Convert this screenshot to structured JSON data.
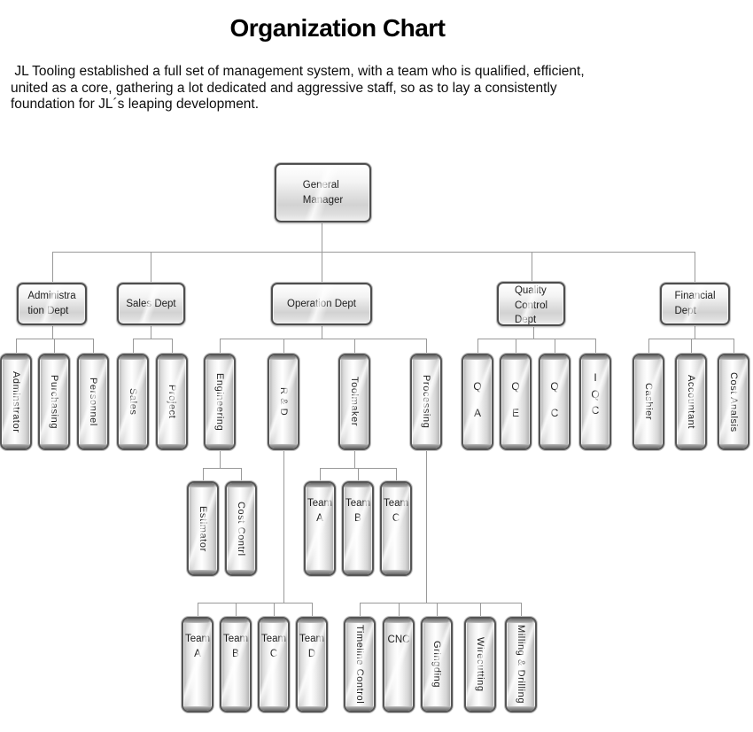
{
  "page": {
    "title": "Organization Chart",
    "intro_lines": [
      " JL Tooling established a full set of management system, with a team who is qualified, efficient,",
      "united as a core, gathering a lot dedicated and aggressive staff, so as to lay a consistently",
      "foundation for JL´s leaping development."
    ]
  },
  "colors": {
    "background": "#ffffff",
    "connector_line": "#999999",
    "box_border": "#4e4e4e",
    "box_fill_light": "#f4f4f4",
    "box_fill_dark": "#c9c9c9",
    "text": "#1c1c1c"
  },
  "org": {
    "nodes": [
      {
        "id": "gm",
        "parent": null,
        "lines": [
          "General",
          "Manager"
        ]
      },
      {
        "id": "admin",
        "parent": "gm",
        "lines": [
          "Administra",
          "tion Dept"
        ]
      },
      {
        "id": "sales",
        "parent": "gm",
        "lines": [
          "Sales Dept"
        ]
      },
      {
        "id": "operation",
        "parent": "gm",
        "lines": [
          "Operation Dept"
        ]
      },
      {
        "id": "quality",
        "parent": "gm",
        "lines": [
          "Quality",
          "Control",
          "Dept"
        ]
      },
      {
        "id": "financial",
        "parent": "gm",
        "lines": [
          "Financial",
          "Dept"
        ]
      },
      {
        "id": "adminstrator",
        "parent": "admin",
        "label": "Adminstrator"
      },
      {
        "id": "purchasing",
        "parent": "admin",
        "label": "Purchasing"
      },
      {
        "id": "personnel",
        "parent": "admin",
        "label": "Personnel"
      },
      {
        "id": "salesteam",
        "parent": "sales",
        "label": "Sales"
      },
      {
        "id": "project",
        "parent": "sales",
        "label": "Project"
      },
      {
        "id": "engineering",
        "parent": "operation",
        "label": "Engineering"
      },
      {
        "id": "rd",
        "parent": "operation",
        "label": "R & D"
      },
      {
        "id": "toolmaker",
        "parent": "operation",
        "label": "Toolmaker"
      },
      {
        "id": "processing",
        "parent": "operation",
        "label": "Processing"
      },
      {
        "id": "qa",
        "parent": "quality",
        "lines": [
          "Q",
          "A"
        ]
      },
      {
        "id": "qe",
        "parent": "quality",
        "lines": [
          "Q",
          "E"
        ]
      },
      {
        "id": "qc",
        "parent": "quality",
        "lines": [
          "Q",
          "C"
        ]
      },
      {
        "id": "iqc",
        "parent": "quality",
        "lines": [
          "I",
          "Q",
          "C"
        ]
      },
      {
        "id": "cashier",
        "parent": "financial",
        "label": "Cashier"
      },
      {
        "id": "accountant",
        "parent": "financial",
        "label": "Accountant"
      },
      {
        "id": "costanalsis",
        "parent": "financial",
        "label": "Cost Analsis"
      },
      {
        "id": "estimator",
        "parent": "engineering",
        "label": "Estimator"
      },
      {
        "id": "costcontrl",
        "parent": "engineering",
        "label": "Cost Contrl"
      },
      {
        "id": "teama1",
        "parent": "toolmaker",
        "lines": [
          "Team",
          "A"
        ]
      },
      {
        "id": "teamb1",
        "parent": "toolmaker",
        "lines": [
          "Team",
          "B"
        ]
      },
      {
        "id": "teamc1",
        "parent": "toolmaker",
        "lines": [
          "Team",
          "C"
        ]
      },
      {
        "id": "teama2",
        "parent": "rd",
        "lines": [
          "Team",
          "A"
        ]
      },
      {
        "id": "teamb2",
        "parent": "rd",
        "lines": [
          "Team",
          "B"
        ]
      },
      {
        "id": "teamc2",
        "parent": "rd",
        "lines": [
          "Team",
          "C"
        ]
      },
      {
        "id": "teamd2",
        "parent": "rd",
        "lines": [
          "Team",
          "D"
        ]
      },
      {
        "id": "timeline",
        "parent": "processing",
        "label": "Timeline Control"
      },
      {
        "id": "cnc",
        "parent": "processing",
        "lines": [
          "CNC"
        ]
      },
      {
        "id": "gringding",
        "parent": "processing",
        "label": "Gringding"
      },
      {
        "id": "wirecutting",
        "parent": "processing",
        "label": "Wirecutting"
      },
      {
        "id": "milling",
        "parent": "processing",
        "label": "Milling & Drilling"
      }
    ]
  }
}
